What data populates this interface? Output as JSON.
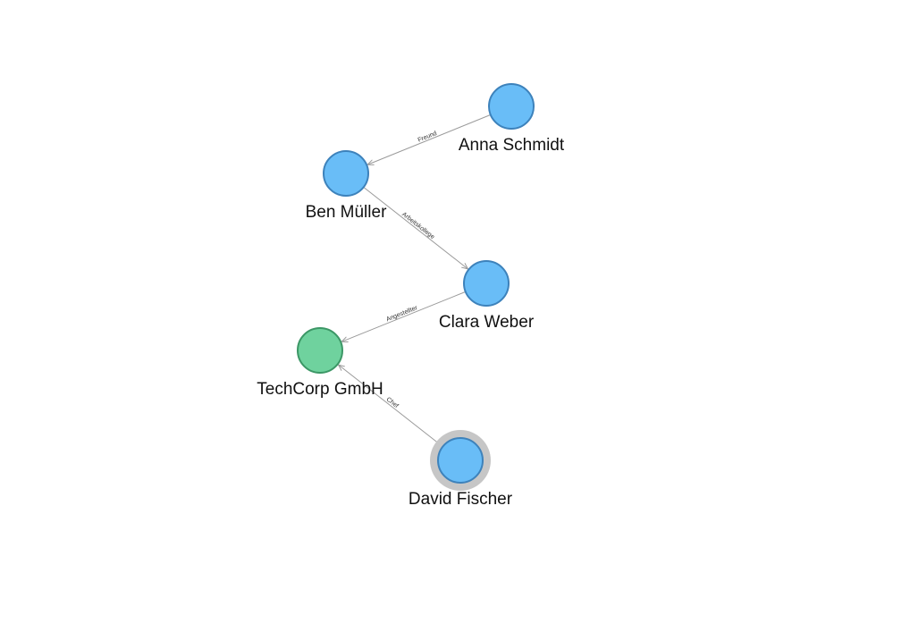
{
  "graph": {
    "nodes": [
      {
        "id": "anna",
        "label": "Anna Schmidt",
        "type": "person",
        "color": "#69bdf7",
        "border_color": "#3d82bb",
        "selected": false
      },
      {
        "id": "ben",
        "label": "Ben Müller",
        "type": "person",
        "color": "#69bdf7",
        "border_color": "#3d82bb",
        "selected": false
      },
      {
        "id": "clara",
        "label": "Clara Weber",
        "type": "person",
        "color": "#69bdf7",
        "border_color": "#3d82bb",
        "selected": false
      },
      {
        "id": "techcorp",
        "label": "TechCorp GmbH",
        "type": "company",
        "color": "#6fd29e",
        "border_color": "#3c9766",
        "selected": false
      },
      {
        "id": "david",
        "label": "David Fischer",
        "type": "person",
        "color": "#69bdf7",
        "border_color": "#3d82bb",
        "selected": true
      }
    ],
    "edges": [
      {
        "from": "anna",
        "to": "ben",
        "label": "Freund"
      },
      {
        "from": "ben",
        "to": "clara",
        "label": "Arbeitskollege"
      },
      {
        "from": "clara",
        "to": "techcorp",
        "label": "Angestellter"
      },
      {
        "from": "david",
        "to": "techcorp",
        "label": "Chef"
      }
    ],
    "selection_halo_color": "#c6c6c6",
    "edge_color": "#9a9a9a"
  }
}
